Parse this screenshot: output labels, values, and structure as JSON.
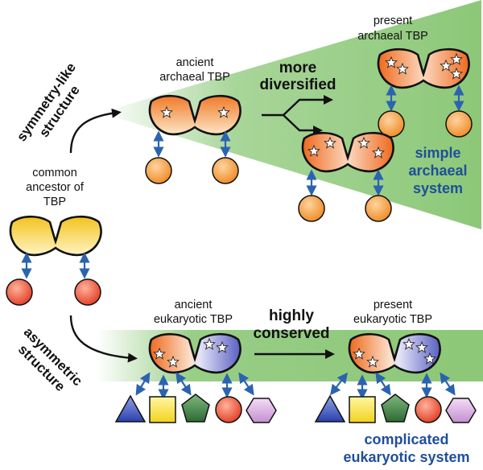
{
  "labels": {
    "common_ancestor": [
      "common",
      "ancestor of",
      "TBP"
    ],
    "symmetry": [
      "symmetry-like",
      "structure"
    ],
    "asymmetric": [
      "asymmetric",
      "structure"
    ],
    "ancient_archaeal": [
      "ancient",
      "archaeal TBP"
    ],
    "more_diversified": [
      "more",
      "diversified"
    ],
    "present_archaeal": [
      "present",
      "archaeal TBP"
    ],
    "simple_system": [
      "simple",
      "archaeal",
      "system"
    ],
    "ancient_eukaryotic": [
      "ancient",
      "eukaryotic TBP"
    ],
    "highly_conserved": [
      "highly",
      "conserved"
    ],
    "present_eukaryotic": [
      "present",
      "eukaryotic TBP"
    ],
    "complicated_system": [
      "complicated",
      "eukaryotic system"
    ]
  },
  "colors": {
    "green": "#8cc878",
    "orange": "#f07a28",
    "yellow": "#f2c31e",
    "blue_text": "#1f4e9a",
    "arrow_blue": "#2b63b0",
    "red_ball": "#e8402a",
    "orange_ball": "#f3922e",
    "purple_lobe": "#6a6fc7"
  },
  "shapes": [
    "triangle",
    "square",
    "pentagon",
    "circle",
    "hexagon"
  ]
}
